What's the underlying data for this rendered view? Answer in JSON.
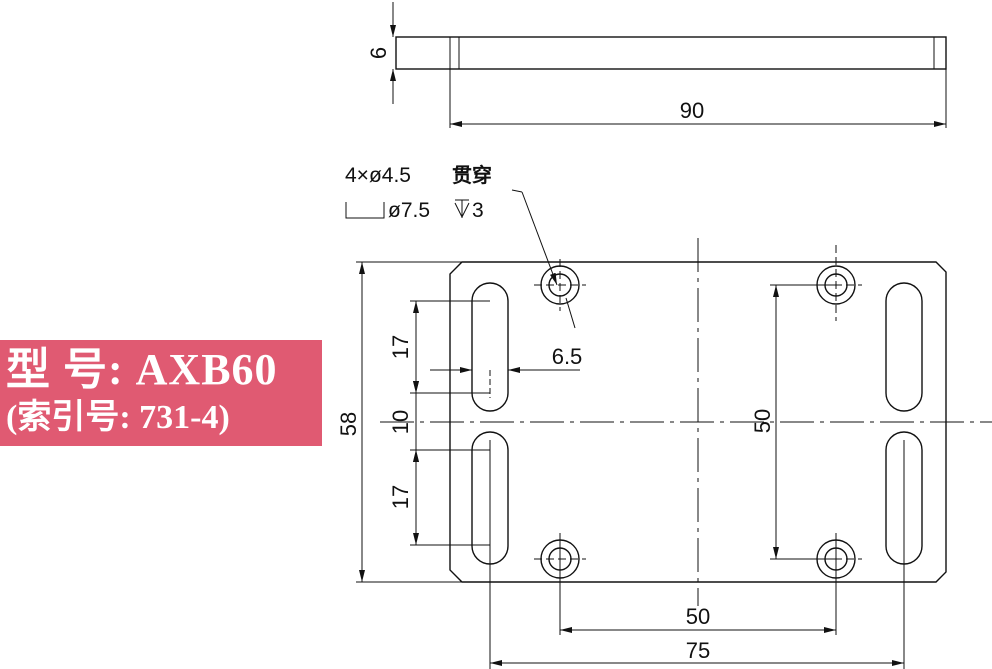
{
  "label": {
    "model": "型 号: AXB60",
    "index": "(索引号: 731-4)"
  },
  "callout": {
    "hole_prefix": "4×ø4.5",
    "hole_suffix": "贯穿",
    "counterbore": "ø7.5",
    "depth": "3"
  },
  "dimensions": {
    "thickness": "6",
    "length": "90",
    "width": "58",
    "slot_length_upper": "17",
    "slot_gap": "10",
    "slot_length_lower": "17",
    "slot_width": "6.5",
    "hole_pitch_y": "50",
    "hole_pitch_x": "50",
    "slot_pitch_x": "75"
  },
  "colors": {
    "label_background": "#e05a72",
    "label_text": "#ffffff",
    "line": "#111111"
  }
}
